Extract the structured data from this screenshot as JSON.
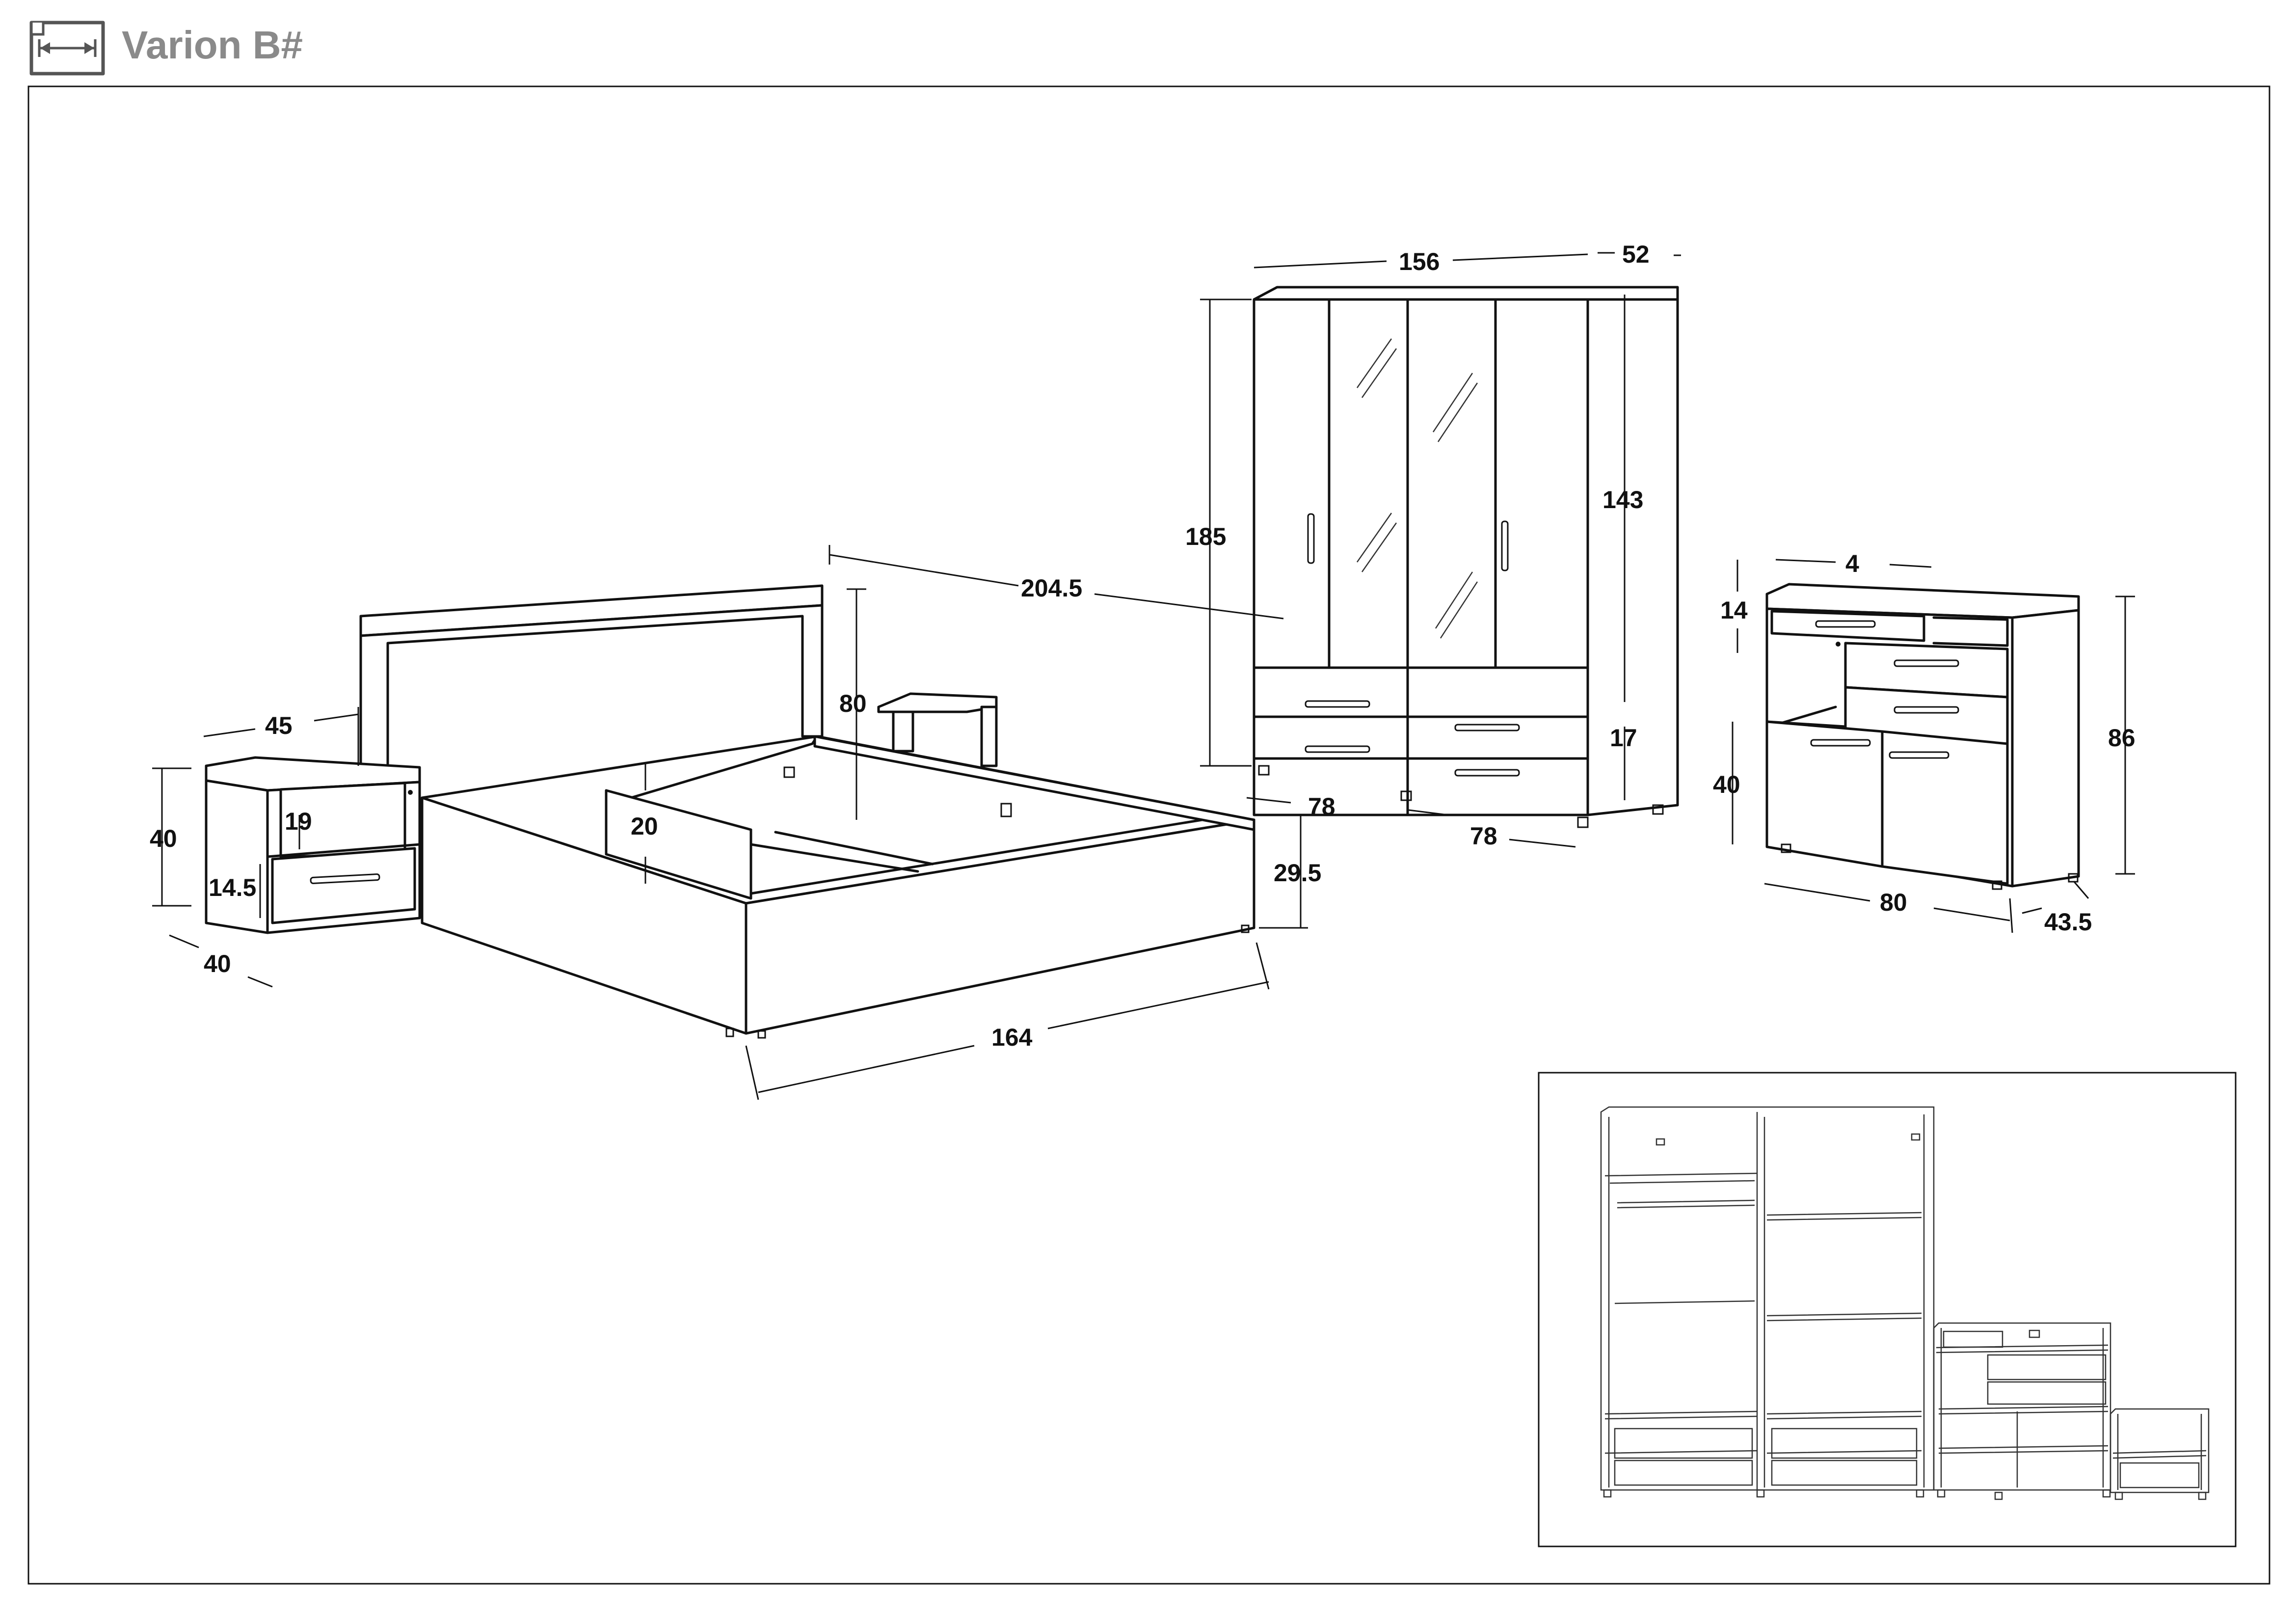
{
  "header": {
    "title": "Varion B#",
    "icon": "width-dimension-icon"
  },
  "dimensions": {
    "bed": {
      "length": "204.5",
      "headboard_height": "80",
      "frame_height": "29.5",
      "frame_inner_depth": "20",
      "width": "164"
    },
    "nightstand": {
      "width": "45",
      "height": "40",
      "open_shelf": "19",
      "drawer": "14.5",
      "depth": "40"
    },
    "wardrobe": {
      "width": "156",
      "depth": "52",
      "height": "185",
      "door_height": "143",
      "drawer_height": "17",
      "left_section_width": "78",
      "right_section_width": "78"
    },
    "sideboard": {
      "top_drawer_width": "4",
      "top_drawer_height": "14",
      "door_height": "40",
      "height": "86",
      "width": "80",
      "depth": "43.5"
    }
  },
  "colors": {
    "line": "#111111",
    "header_text": "#8a8a8a",
    "background": "#ffffff"
  }
}
